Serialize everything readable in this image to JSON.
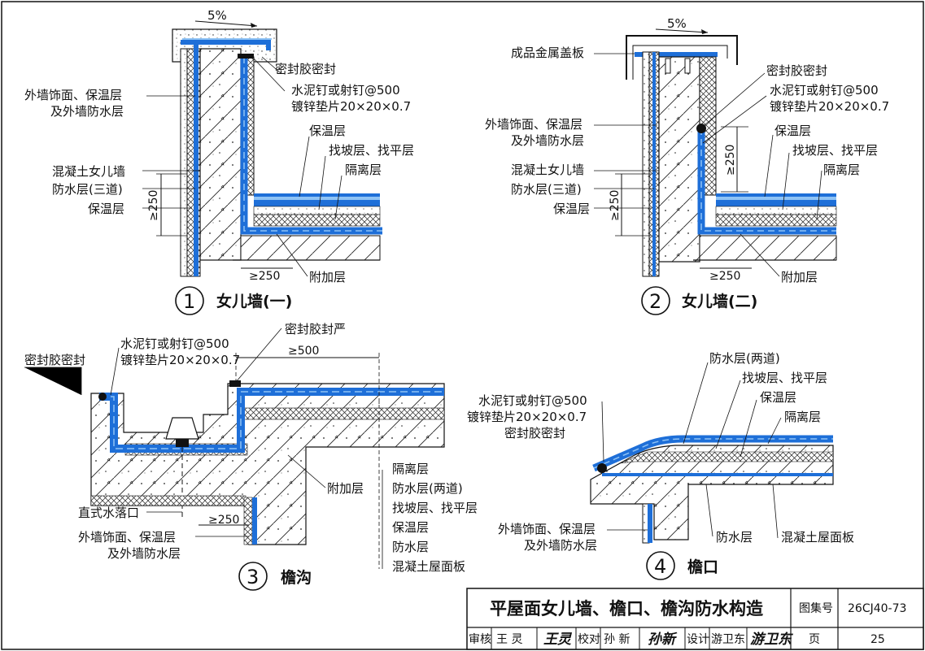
{
  "details": [
    {
      "number": "1",
      "title": "女儿墙(一)",
      "slope": "5%",
      "dims": [
        "≥250",
        "≥250"
      ],
      "labels": [
        "密封胶密封",
        "水泥钉或射钉@500",
        "镀锌垫片20×20×0.7",
        "外墙饰面、保温层",
        "及外墙防水层",
        "保温层",
        "找坡层、找平层",
        "混凝土女儿墙",
        "隔离层",
        "防水层(三道)",
        "保温层",
        "附加层"
      ]
    },
    {
      "number": "2",
      "title": "女儿墙(二)",
      "slope": "5%",
      "dims": [
        "≥250",
        "≥250"
      ],
      "labels": [
        "成品金属盖板",
        "密封胶密封",
        "水泥钉或射钉@500",
        "镀锌垫片20×20×0.7",
        "外墙饰面、保温层",
        "及外墙防水层",
        "保温层",
        "找坡层、找平层",
        "混凝土女儿墙",
        "隔离层",
        "防水层(三道)",
        "保温层",
        "附加层"
      ]
    },
    {
      "number": "3",
      "title": "檐沟",
      "dims": [
        "≥500",
        "≥250"
      ],
      "labels": [
        "水泥钉或射钉@500",
        "镀锌垫片20×20×0.7",
        "密封胶封严",
        "密封胶密封",
        "附加层",
        "隔离层",
        "防水层(两道)",
        "找坡层、找平层",
        "保温层",
        "防水层",
        "混凝土屋面板",
        "直式水落口",
        "外墙饰面、保温层",
        "及外墙防水层"
      ]
    },
    {
      "number": "4",
      "title": "檐口",
      "labels": [
        "防水层(两道)",
        "找坡层、找平层",
        "水泥钉或射钉@500",
        "镀锌垫片20×20×0.7",
        "保温层",
        "密封胶密封",
        "隔离层",
        "防水层",
        "混凝土屋面板",
        "外墙饰面、保温层",
        "及外墙防水层"
      ]
    }
  ],
  "title_block": {
    "title": "平屋面女儿墙、檐口、檐沟防水构造",
    "atlas_label": "图集号",
    "atlas_no": "26CJ40-73",
    "review_label": "审核",
    "reviewer": "王  灵",
    "reviewer_sig": "王灵",
    "check_label": "校对",
    "checker": "孙  新",
    "checker_sig": "孙新",
    "design_label": "设计",
    "designer": "游卫东",
    "designer_sig": "游卫东",
    "page_label": "页",
    "page_no": "25"
  },
  "colors": {
    "membrane": "#1e6fd8",
    "membrane_light": "#8fc3f5",
    "line": "#111111"
  }
}
